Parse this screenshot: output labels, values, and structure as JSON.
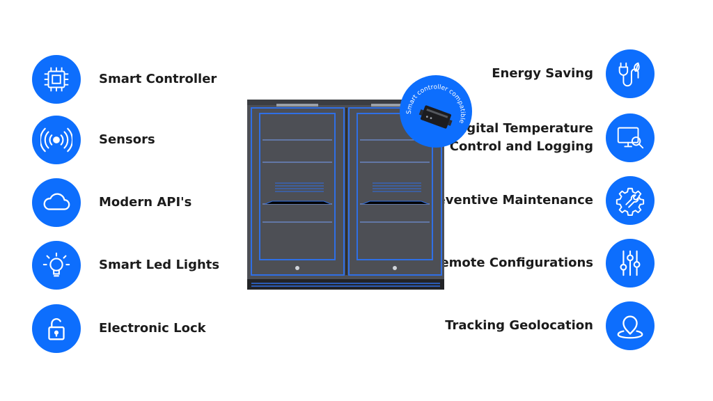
{
  "colors": {
    "accent": "#0d6efd",
    "text": "#1b1b1b"
  },
  "left_features": [
    {
      "label": "Smart Controller",
      "icon": "circuit-board-icon"
    },
    {
      "label": "Sensors",
      "icon": "wireless-sensor-icon"
    },
    {
      "label": "Modern API's",
      "icon": "cloud-icon"
    },
    {
      "label": "Smart Led Lights",
      "icon": "lightbulb-icon"
    },
    {
      "label": "Electronic Lock",
      "icon": "padlock-open-icon"
    }
  ],
  "right_features": [
    {
      "label": "Energy Saving",
      "icon": "plug-leaf-icon"
    },
    {
      "line1": "Digital Temperature",
      "line2": "Control and Logging",
      "icon": "monitor-search-icon"
    },
    {
      "label": "Preventive Maintenance",
      "icon": "gear-wrench-icon"
    },
    {
      "label": "Remote Configurations",
      "icon": "sliders-icon"
    },
    {
      "label": "Tracking Geolocation",
      "icon": "location-pin-icon"
    }
  ],
  "badge": {
    "text": "Smart controller compatible"
  }
}
